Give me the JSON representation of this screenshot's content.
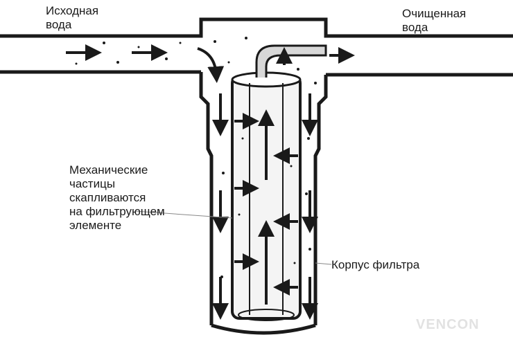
{
  "labels": {
    "inlet": "Исходная\nвода",
    "outlet": "Очищенная\nвода",
    "particles": "Механические\nчастицы\nскапливаются\nна фильтрующем\nэлементе",
    "housing": "Корпус фильтра"
  },
  "watermark": "VENCON",
  "colors": {
    "line": "#1a1a1a",
    "background": "#ffffff",
    "watermark": "#e2e2e2"
  }
}
